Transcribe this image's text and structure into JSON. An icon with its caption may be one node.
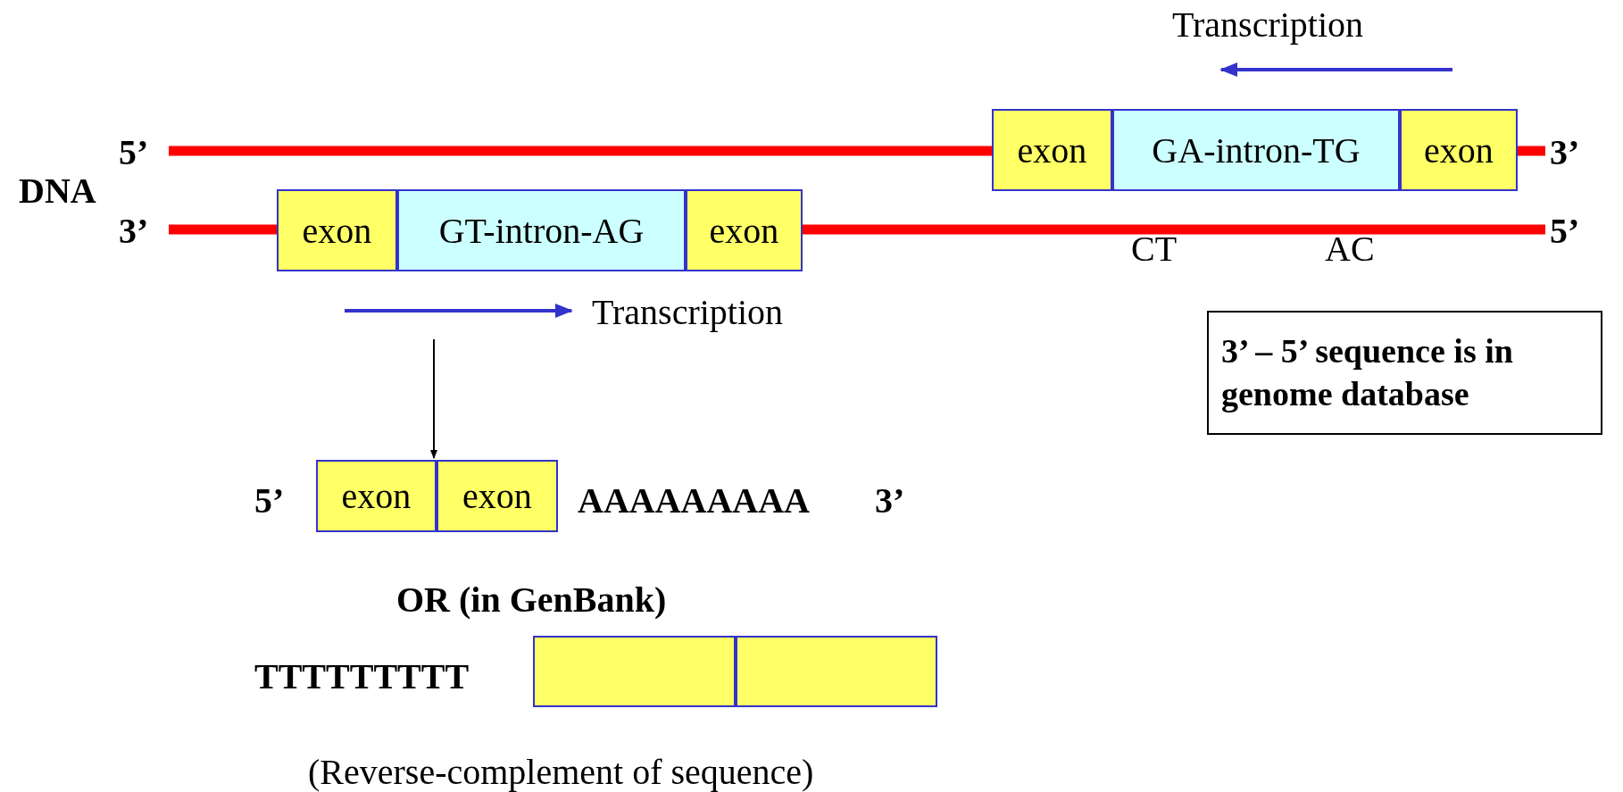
{
  "diagram": {
    "nodes": [
      {
        "text": [
          "exon"
        ]
      },
      {
        "text": [
          "GA-intron-TG"
        ]
      },
      {
        "text": [
          "exon"
        ]
      },
      {
        "text": [
          "exon"
        ]
      },
      {
        "text": [
          "GT-intron-AG"
        ]
      },
      {
        "text": [
          "exon"
        ]
      },
      {
        "text": [
          "3’ – 5’ sequence is in genome database"
        ]
      },
      {
        "text": [
          "exon"
        ]
      },
      {
        "text": [
          "exon"
        ]
      },
      {
        "text": [],
        "shape": "box"
      },
      {
        "text": [],
        "shape": "box"
      }
    ],
    "edges": [
      {
        "from": null,
        "to": 7,
        "arrow": "to"
      }
    ],
    "labels": [
      "Transcription",
      "5’",
      "3’",
      "DNA",
      "3’",
      "5’",
      "CT",
      "AC",
      "Transcription",
      "5’",
      "AAAAAAAAA",
      "3’",
      "OR (in GenBank)",
      "TTTTTTTTT",
      "(Reverse-complement of sequence)"
    ]
  }
}
